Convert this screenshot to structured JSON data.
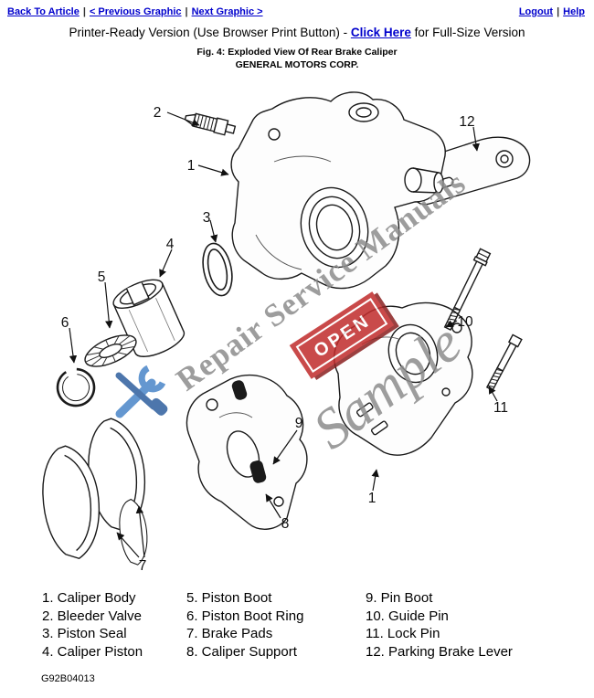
{
  "nav": {
    "back": "Back To Article",
    "prev": "< Previous Graphic",
    "next": "Next Graphic >",
    "logout": "Logout",
    "help": "Help",
    "sep": "|"
  },
  "title": {
    "prefix": "Printer-Ready Version (Use Browser Print Button) - ",
    "link": "Click Here",
    "suffix": " for Full-Size Version"
  },
  "figure": {
    "caption": "Fig. 4: Exploded View Of Rear Brake Caliper",
    "company": "GENERAL MOTORS CORP.",
    "code": "G92B04013"
  },
  "watermark": {
    "brand": "Repair Service Manuals",
    "sample": "Sample",
    "sign": "OPEN",
    "text_color": "#8d8d8d",
    "sign_color": "#c02b2b",
    "tool_color": "#4a86c8"
  },
  "diagram": {
    "callouts": [
      "2",
      "1",
      "12",
      "3",
      "4",
      "5",
      "6",
      "10",
      "11",
      "9",
      "1",
      "8",
      "7"
    ]
  },
  "legend": {
    "col1": [
      "1. Caliper Body",
      "2. Bleeder Valve",
      "3. Piston Seal",
      "4. Caliper Piston"
    ],
    "col2": [
      "5. Piston Boot",
      "6. Piston Boot Ring",
      "7. Brake Pads",
      "8. Caliper Support"
    ],
    "col3": [
      "9. Pin Boot",
      "10. Guide Pin",
      "11. Lock Pin",
      "12. Parking Brake Lever"
    ]
  },
  "colors": {
    "link": "#0000cc"
  }
}
